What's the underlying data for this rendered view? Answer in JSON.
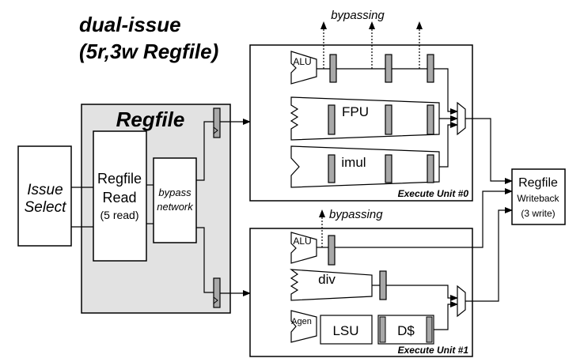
{
  "title": {
    "line1": "dual-issue",
    "line2": "(5r,3w Regfile)"
  },
  "issue_select": {
    "line1": "Issue",
    "line2": "Select"
  },
  "regfile_panel": {
    "title": "Regfile",
    "read": {
      "line1": "Regfile",
      "line2": "Read",
      "line3": "(5 read)"
    },
    "bypass": {
      "line1": "bypass",
      "line2": "network"
    }
  },
  "execute_unit_0": {
    "label": "Execute Unit #0",
    "alu": "ALU",
    "fpu": "FPU",
    "imul": "imul",
    "bypassing": "bypassing"
  },
  "execute_unit_1": {
    "label": "Execute Unit #1",
    "alu": "ALU",
    "div": "div",
    "agen": "Agen",
    "lsu": "LSU",
    "dcache": "D$",
    "bypassing": "bypassing"
  },
  "writeback": {
    "line1": "Regfile",
    "line2": "Writeback",
    "line3": "(3 write)"
  },
  "colors": {
    "panel_fill": "#e2e2e2",
    "latch_fill": "#a8a8a8",
    "stroke": "#000000"
  }
}
